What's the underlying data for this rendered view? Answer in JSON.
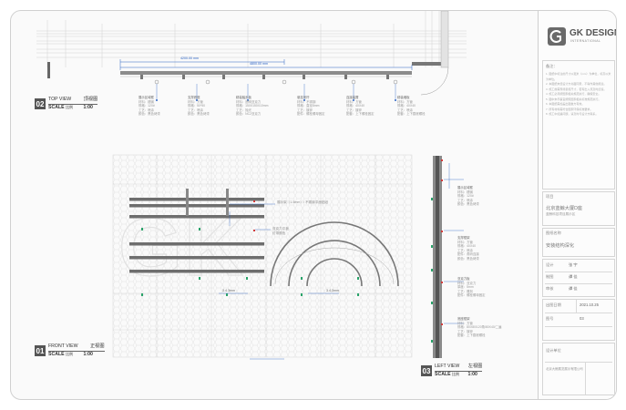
{
  "brand": {
    "name": "GK DESIGN",
    "sub": "INTERNATIONAL"
  },
  "views": [
    {
      "num": "02",
      "title": "TOP VIEW",
      "title_cn": "顶视图",
      "scale_label": "SCALE",
      "scale_cn": "比例",
      "scale": "1:00"
    },
    {
      "num": "01",
      "title": "FRONT VIEW",
      "title_cn": "正视图",
      "scale_label": "SCALE",
      "scale_cn": "比例",
      "scale": "1:00"
    },
    {
      "num": "03",
      "title": "LEFT VIEW",
      "title_cn": "左视图",
      "scale_label": "SCALE",
      "scale_cn": "比例",
      "scale": "1:00"
    }
  ],
  "dims": {
    "top1": "4200.00 mm",
    "top2": "4800.00 mm",
    "front1": "3.4.3mm",
    "front2": "3.4.3mm"
  },
  "front_notes": {
    "n1": "展示架（1.5mm）/ 不锈钢平面贴纸",
    "n2": "亚克力平板",
    "n3": "灯带颜色"
  },
  "top_notes": [
    {
      "head": "展示区域框",
      "lines": [
        "材料：槽钢",
        "规格：120#",
        "工艺：喷涂",
        "颜色：黑色烤漆"
      ]
    },
    {
      "head": "支撑底座",
      "lines": [
        "材料：方管",
        "规格：50*50",
        "工艺：喷涂",
        "颜色：黑色烤漆"
      ]
    },
    {
      "head": "精装踏步板",
      "lines": [
        "材料：透明亚克力",
        "规格：150X150X10mm",
        "工艺：抛光",
        "颜色：NC2亚克力"
      ]
    },
    {
      "head": "悬挂吊杆",
      "lines": [
        "材料：不锈钢",
        "规格：直径8mm",
        "工艺：镀锌",
        "配件：螺栓螺母固定"
      ]
    },
    {
      "head": "连接装置",
      "lines": [
        "材料：方管",
        "规格：40X40",
        "工艺：镀锌",
        "配套：上下螺栓固定"
      ]
    },
    {
      "head": "精装墙板",
      "lines": [
        "材料：方管",
        "规格：40X40",
        "工艺：喷涂",
        "配套：上下膨胀螺栓"
      ]
    }
  ],
  "left_notes": [
    {
      "head": "展示区域框",
      "lines": [
        "材料：槽钢",
        "规格：120#",
        "工艺：喷涂",
        "颜色：黑色烤漆"
      ]
    },
    {
      "head": "支撑框架",
      "lines": [
        "材料：方管",
        "规格：40X40",
        "工艺：喷涂",
        "配件：角码连接",
        "颜色：黑色烤漆"
      ]
    },
    {
      "head": "亚克力板",
      "lines": [
        "材料：亚克力",
        "厚度：5mm",
        "工艺：雕刻",
        "配件：螺栓螺母固定"
      ]
    },
    {
      "head": "底座框架",
      "lines": [
        "材料：方管",
        "规格：80X80/120角/80X40/二遍",
        "工艺：镀锌",
        "配套：上下膨胀螺栓"
      ]
    }
  ],
  "titleblock": {
    "notes_title": "备注：",
    "notes": [
      "1. 图纸中标注的尺寸以毫米（mm）为单位，标高以米为单位。",
      "2. 本图纸未经设计方书面同意，不得作其他用途。",
      "3. 施工前需现场复核尺寸，若有出入须及时反馈。",
      "4. 施工必须按国家相关规范执行，确保安全。",
      "5. 图中未尽事宜按照国家相关标准规范执行。",
      "6. 本图纸需加盖出图章方有效。",
      "7. 所有材料需符合国家环保标准要求。",
      "8. 施工中如遇问题，请及时与设计方联系。"
    ],
    "project_label": "项目",
    "project_name": "北京蓝鲸大厦D座",
    "project_sub": "蓝鲸科技项目展示区",
    "drawing_label": "图纸名称",
    "drawing_name": "安装结构深化",
    "design_label": "设计",
    "design_value": "张 宇",
    "draw_label": "制图",
    "draw_value": "谭 佳",
    "check_label": "审核",
    "check_value": "谭 佳",
    "date_label": "出图日期",
    "date_value": "2021.10.25",
    "no_label": "图号",
    "no_value": "03",
    "company_label": "设计单位",
    "company_value": "北京大鲸展览展示有限公司"
  }
}
